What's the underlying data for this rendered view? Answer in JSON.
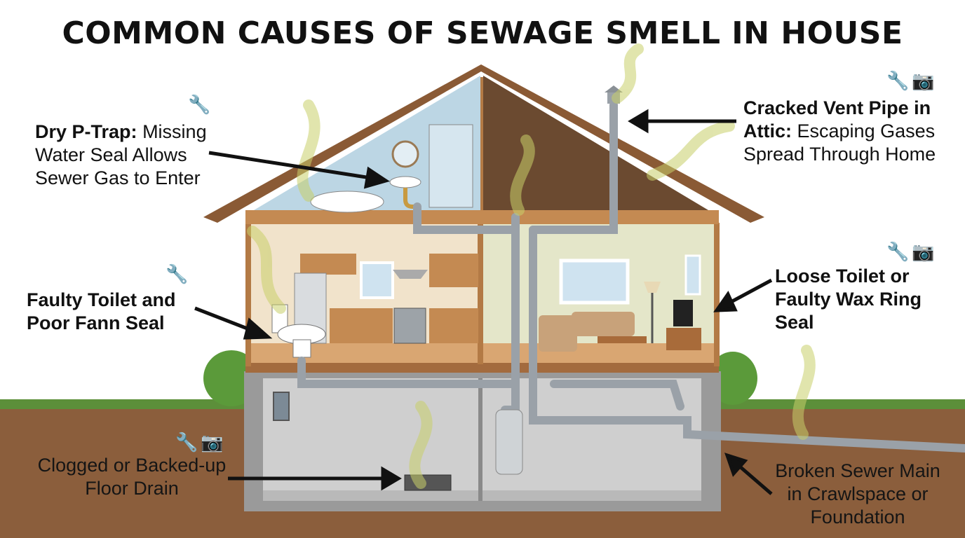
{
  "title": "COMMON CAUSES OF SEWAGE SMELL IN HOUSE",
  "callouts": {
    "dry_ptrap": {
      "bold": "Dry P-Trap:",
      "text": "Missing Water Seal Allows Sewer Gas to Enter"
    },
    "vent_pipe": {
      "bold": "Cracked Vent Pipe in Attic:",
      "text": "Escaping Gases Spread Through Home"
    },
    "faulty_toilet": {
      "bold": "Faulty Toilet and Poor Fann Seal",
      "text": ""
    },
    "loose_toilet": {
      "bold": "Loose Toilet or Faulty Wax Ring Seal",
      "text": ""
    },
    "floor_drain": {
      "bold": "",
      "text": "Clogged or Backed-up Floor Drain"
    },
    "sewer_main": {
      "bold": "",
      "text": "Broken Sewer Main in Crawlspace or Foundation"
    }
  },
  "icons": [
    "wrench-screwdriver-icon",
    "camera-icon"
  ],
  "colors": {
    "roof": "#8a5a35",
    "wall": "#f3e6cf",
    "basement": "#c9c9c9",
    "ground": "#8b5e3c",
    "grass": "#5c8f3a",
    "pipe": "#9aa1a8",
    "gas": "#c8cf6a"
  }
}
